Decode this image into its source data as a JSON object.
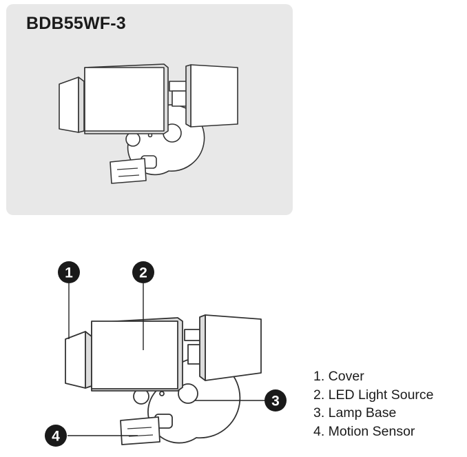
{
  "product": {
    "model": "BDB55WF-3"
  },
  "callouts": [
    {
      "number": "1"
    },
    {
      "number": "2"
    },
    {
      "number": "3"
    },
    {
      "number": "4"
    }
  ],
  "legend": [
    {
      "text": "1. Cover"
    },
    {
      "text": "2. LED Light Source"
    },
    {
      "text": "3. Lamp Base"
    },
    {
      "text": "4. Motion Sensor"
    }
  ]
}
